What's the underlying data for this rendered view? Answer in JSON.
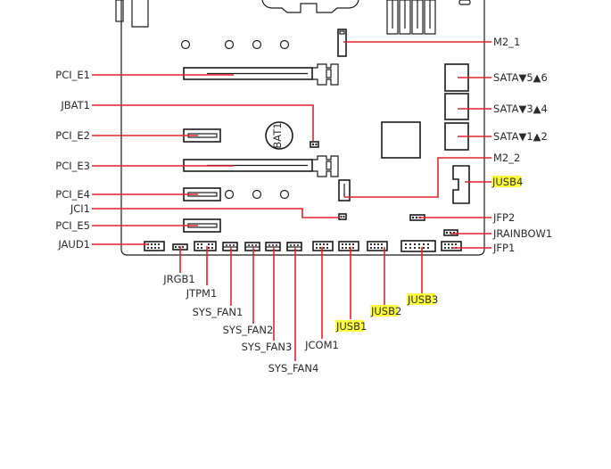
{
  "labels": {
    "pci_e1": "PCI_E1",
    "jbat1": "JBAT1",
    "pci_e2": "PCI_E2",
    "pci_e3": "PCI_E3",
    "pci_e4": "PCI_E4",
    "jci1": "JCI1",
    "pci_e5": "PCI_E5",
    "jaud1": "JAUD1",
    "m2_1": "M2_1",
    "m2_2": "M2_2",
    "sata56": "SATA▼5▲6",
    "sata34": "SATA▼3▲4",
    "sata12": "SATA▼1▲2",
    "jusb4_a": "JUSB",
    "jusb4_b": "4",
    "jfp2": "JFP2",
    "jrainbow1": "JRAINBOW1",
    "jfp1": "JFP1",
    "jrgb1": "JRGB1",
    "jtpm1": "JTPM1",
    "sys_fan1": "SYS_FAN1",
    "sys_fan2": "SYS_FAN2",
    "sys_fan3": "SYS_FAN3",
    "sys_fan4": "SYS_FAN4",
    "jcom1": "JCOM1",
    "jusb1_a": "JUSB",
    "jusb1_b": "1",
    "jusb2_a": "JUSB",
    "jusb2_b": "2",
    "jusb3_a": "JUSB",
    "jusb3_b": "3",
    "battery": "BAT1"
  },
  "colors": {
    "leader": "#e0242b",
    "highlight": "#ffff3a",
    "outline": "#1a1a1a",
    "text": "#2a2a2a"
  }
}
